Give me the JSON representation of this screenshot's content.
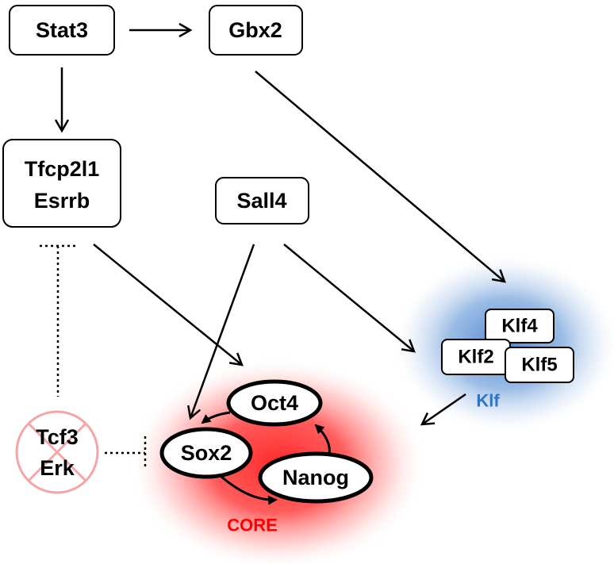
{
  "nodes": {
    "stat3": "Stat3",
    "gbx2": "Gbx2",
    "tfcp2l1": "Tfcp2l1",
    "esrrb": "Esrrb",
    "sall4": "Sall4",
    "klf4": "Klf4",
    "klf2": "Klf2",
    "klf5": "Klf5",
    "oct4": "Oct4",
    "sox2": "Sox2",
    "nanog": "Nanog",
    "tcf3": "Tcf3",
    "erk": "Erk"
  },
  "groups": {
    "klf_label": "Klf",
    "core_label": "CORE"
  },
  "colors": {
    "core_glow": "#ff2a2a",
    "klf_glow": "#5b8fd1",
    "klf_text": "#2e75c8",
    "core_text": "#ff0000",
    "inhibited_circle": "#f4a6a6"
  }
}
